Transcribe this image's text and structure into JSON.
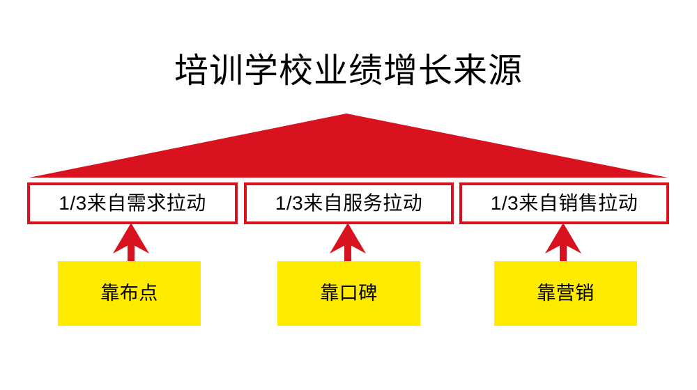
{
  "diagram": {
    "title": "培训学校业绩增长来源",
    "roof": {
      "name": "red-triangular-roof",
      "color": "#d9121f"
    },
    "colors": {
      "roof_red": "#d9121f",
      "box_border_red": "#d9121f",
      "arrow_red": "#d9121f",
      "pillar_yellow": "#ffeb00",
      "text_black": "#000000",
      "background_white": "#ffffff"
    },
    "pillars": [
      {
        "top_label": "1/3来自需求拉动",
        "bottom_label": "靠布点",
        "arrow": "up-arrow"
      },
      {
        "top_label": "1/3来自服务拉动",
        "bottom_label": "靠口碑",
        "arrow": "up-arrow"
      },
      {
        "top_label": "1/3来自销售拉动",
        "bottom_label": "靠营销",
        "arrow": "up-arrow"
      }
    ]
  }
}
